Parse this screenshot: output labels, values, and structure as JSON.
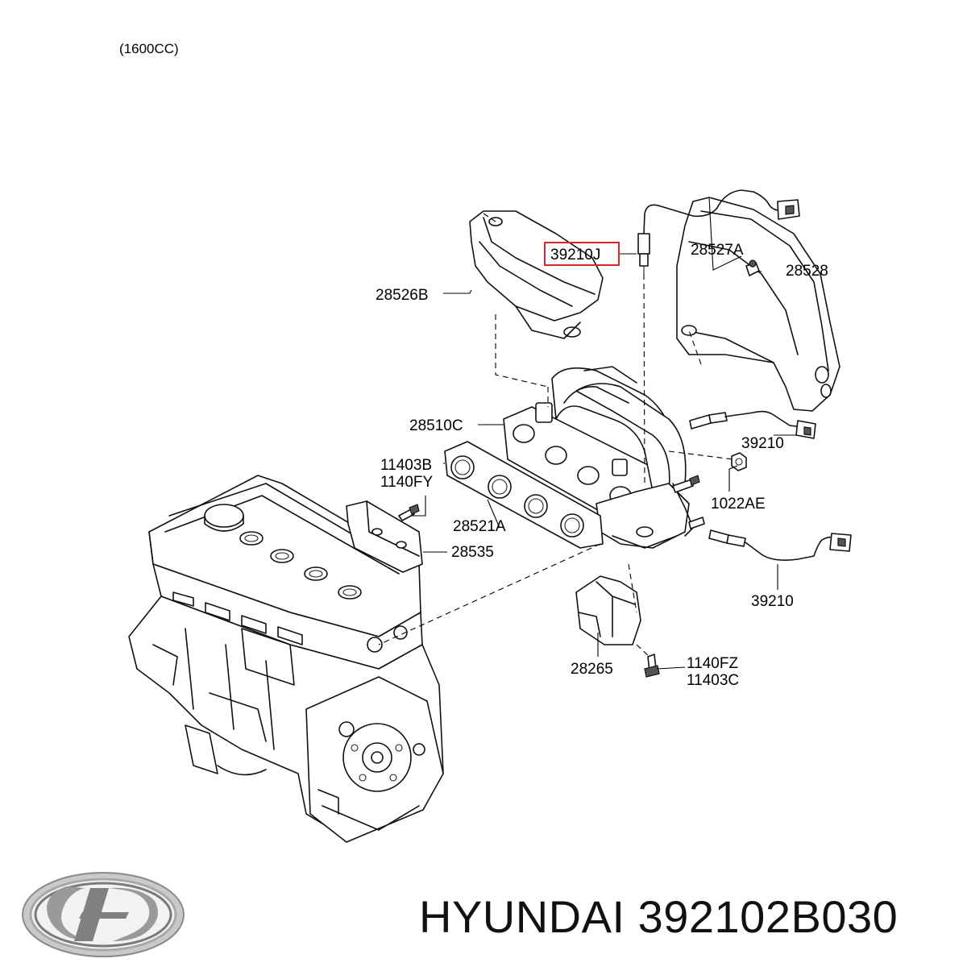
{
  "spec": "(1600CC)",
  "brand": "HYUNDAI",
  "part_number": "392102B030",
  "highlighted_part": "39210J",
  "highlight_color": "#d8262b",
  "labels": {
    "p39210J": "39210J",
    "p28527A": "28527A",
    "p28528": "28528",
    "p28526B": "28526B",
    "p28510C": "28510C",
    "p39210_front": "39210",
    "p11403B": "11403B",
    "p1140FY": "1140FY",
    "p1022AE": "1022AE",
    "p28521A": "28521A",
    "p28535": "28535",
    "p39210_rear": "39210",
    "p28265": "28265",
    "p1140FZ": "1140FZ",
    "p11403C": "11403C"
  },
  "icons": {
    "logo": "hyundai-logo-icon"
  }
}
